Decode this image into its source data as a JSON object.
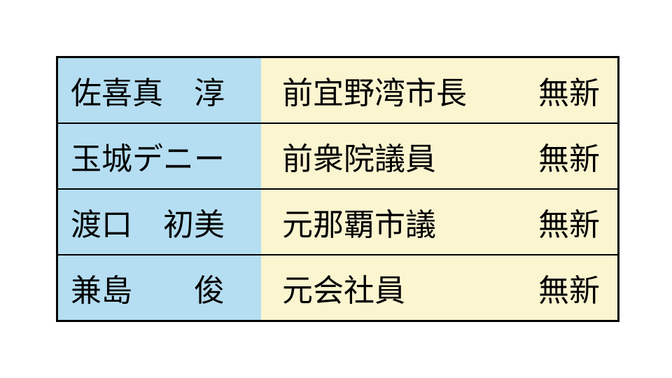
{
  "chart_data": {
    "type": "table",
    "rows": [
      [
        "佐喜真　淳",
        "前宜野湾市長",
        "無新"
      ],
      [
        "玉城デニー",
        "前衆院議員",
        "無新"
      ],
      [
        "渡口　初美",
        "元那覇市議",
        "無新"
      ],
      [
        "兼島　　俊",
        "元会社員",
        "無新"
      ]
    ],
    "colors": {
      "name_bg": "#b5def2",
      "info_bg": "#fbf5d0",
      "border": "#000000",
      "page_bg": "#ffffff"
    }
  }
}
